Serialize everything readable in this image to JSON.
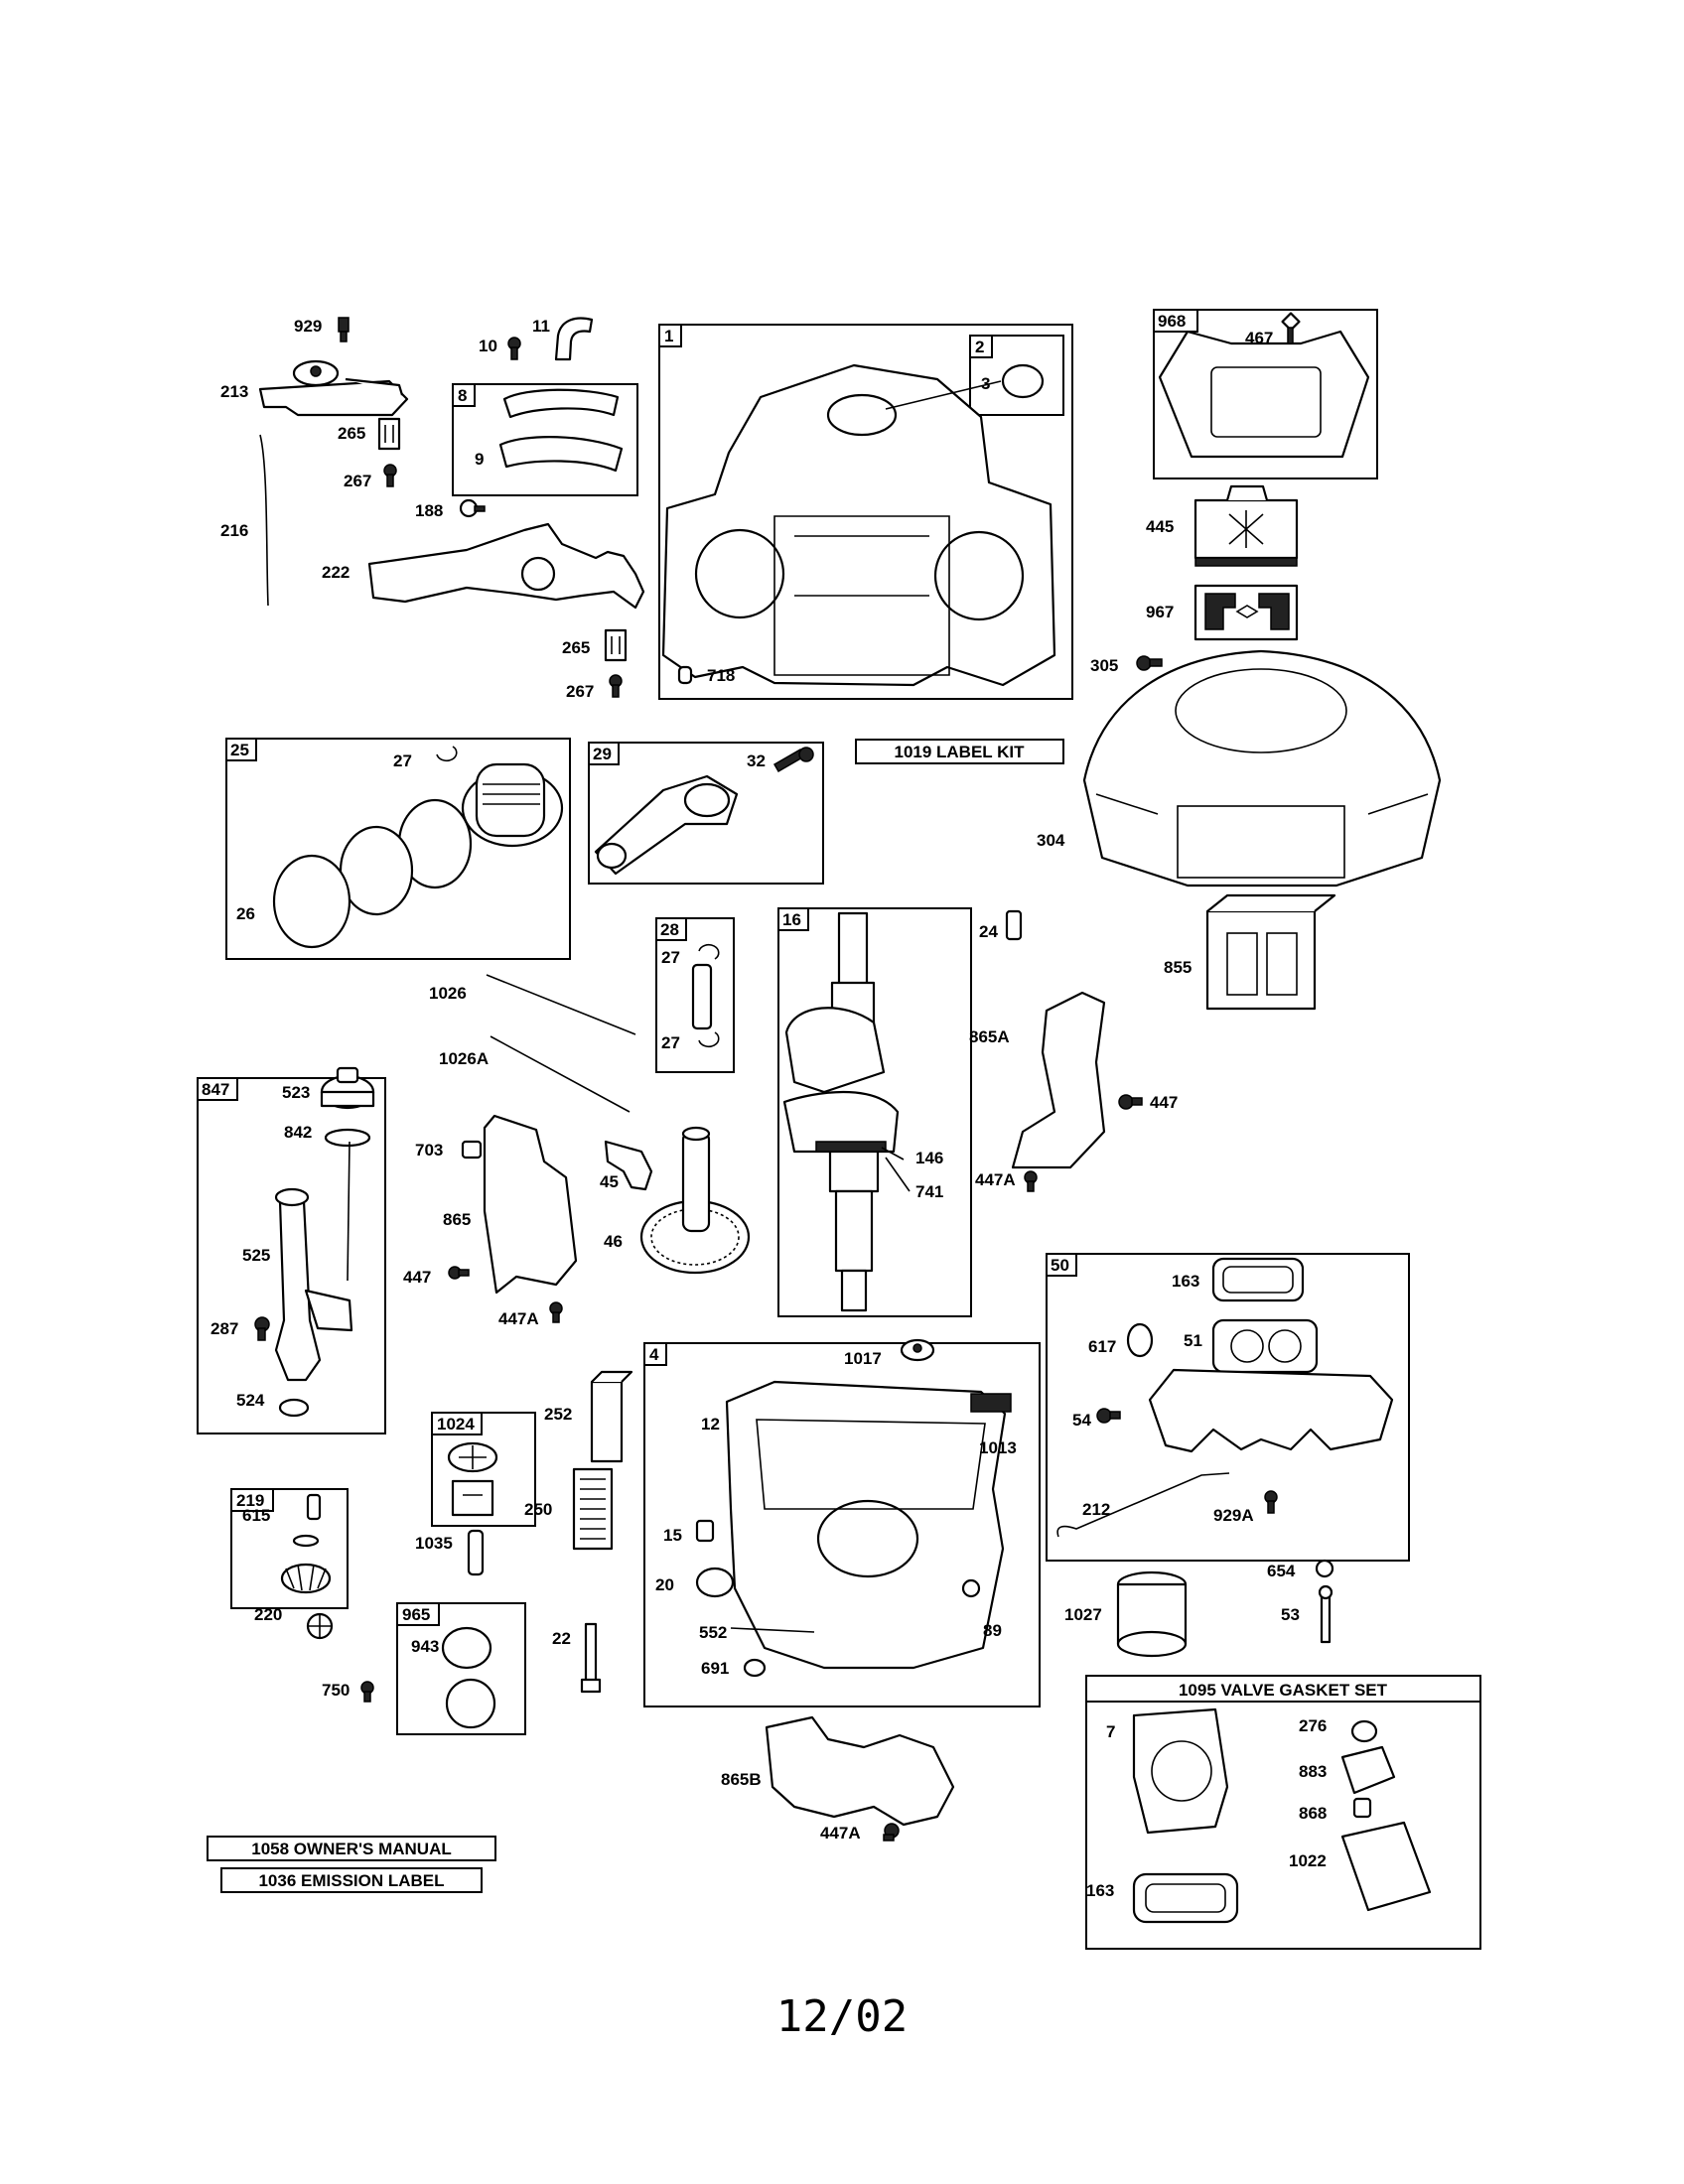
{
  "footer": "12/02",
  "boxes": {
    "b1": "1",
    "b2": "2",
    "b8": "8",
    "b968": "968",
    "b25": "25",
    "b29": "29",
    "b28": "28",
    "b16": "16",
    "b847": "847",
    "b50": "50",
    "b4": "4",
    "b1024": "1024",
    "b219": "219",
    "b965": "965"
  },
  "banners": {
    "label_kit": "1019 LABEL KIT",
    "owners_manual": "1058 OWNER'S MANUAL",
    "emission_label": "1036 EMISSION LABEL",
    "valve_gasket_set": "1095 VALVE GASKET SET"
  },
  "labels": {
    "p929": "929",
    "p11": "11",
    "p10": "10",
    "p213": "213",
    "p265a": "265",
    "p267a": "267",
    "p9": "9",
    "p216": "216",
    "p188": "188",
    "p222": "222",
    "p265b": "265",
    "p267b": "267",
    "p3": "3",
    "p718": "718",
    "p467": "467",
    "p445": "445",
    "p967": "967",
    "p305": "305",
    "p304": "304",
    "p27a": "27",
    "p26": "26",
    "p32": "32",
    "p1026": "1026",
    "p1026A": "1026A",
    "p27b": "27",
    "p27c": "27",
    "p24": "24",
    "p855": "855",
    "p865A": "865A",
    "p447a": "447",
    "p447Aa": "447A",
    "p146": "146",
    "p741": "741",
    "p523": "523",
    "p842": "842",
    "p525": "525",
    "p287": "287",
    "p524": "524",
    "p703": "703",
    "p865": "865",
    "p447b": "447",
    "p447Ab": "447A",
    "p45": "45",
    "p46": "46",
    "p163a": "163",
    "p617": "617",
    "p51": "51",
    "p54": "54",
    "p212": "212",
    "p929A": "929A",
    "p1017": "1017",
    "p12": "12",
    "p1013": "1013",
    "p15": "15",
    "p20": "20",
    "p552": "552",
    "p89": "89",
    "p691": "691",
    "p252": "252",
    "p250": "250",
    "p1035": "1035",
    "p615": "615",
    "p220": "220",
    "p750": "750",
    "p943": "943",
    "p22": "22",
    "p654": "654",
    "p53": "53",
    "p1027": "1027",
    "p865B": "865B",
    "p447Ac": "447A",
    "p7": "7",
    "p276": "276",
    "p883": "883",
    "p868": "868",
    "p1022": "1022",
    "p163b": "163"
  }
}
